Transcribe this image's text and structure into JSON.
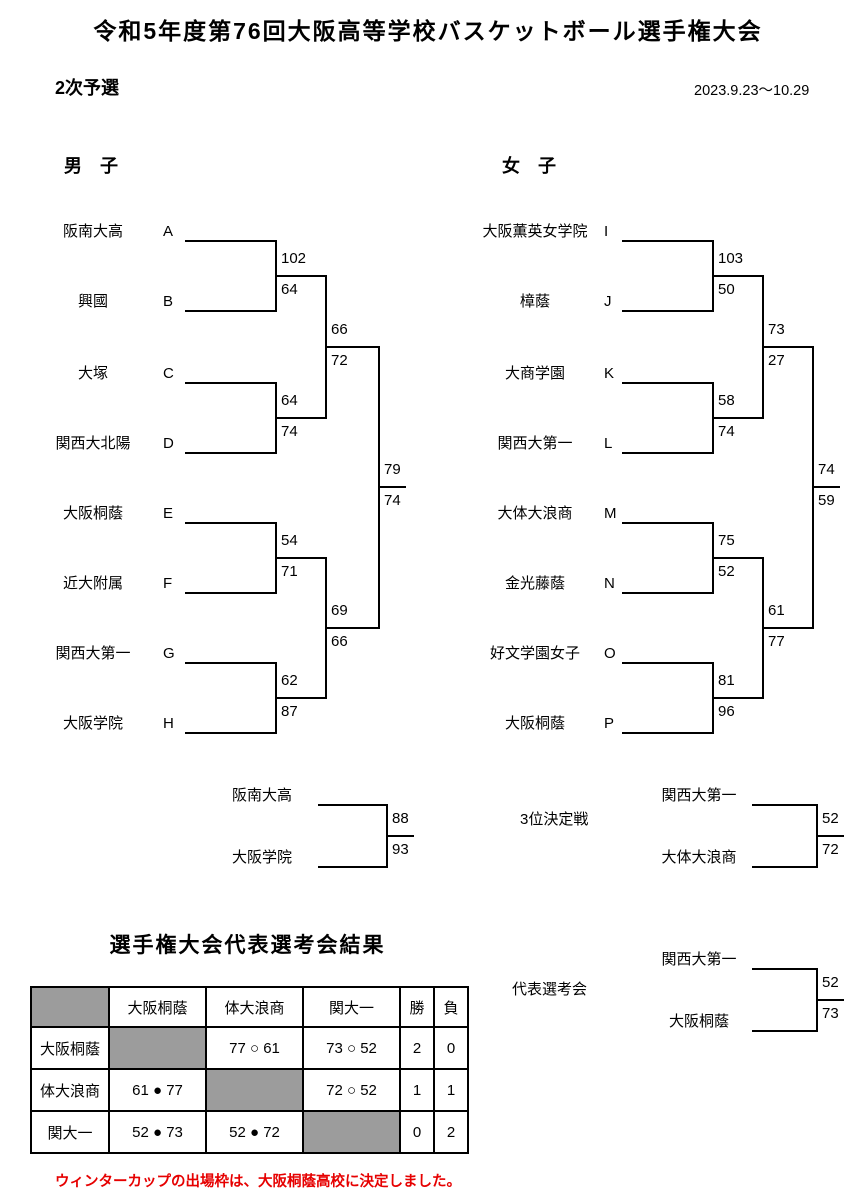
{
  "header": {
    "title": "令和5年度第76回大阪高等学校バスケットボール選手権大会",
    "stage": "2次予選",
    "dates": "2023.9.23～10.29"
  },
  "men": {
    "label": "男　子",
    "teams": [
      {
        "name": "阪南大高",
        "seed": "A"
      },
      {
        "name": "興國",
        "seed": "B"
      },
      {
        "name": "大塚",
        "seed": "C"
      },
      {
        "name": "関西大北陽",
        "seed": "D"
      },
      {
        "name": "大阪桐蔭",
        "seed": "E"
      },
      {
        "name": "近大附属",
        "seed": "F"
      },
      {
        "name": "関西大第一",
        "seed": "G"
      },
      {
        "name": "大阪学院",
        "seed": "H"
      }
    ],
    "round1": [
      [
        "102",
        "64"
      ],
      [
        "64",
        "74"
      ],
      [
        "54",
        "71"
      ],
      [
        "62",
        "87"
      ]
    ],
    "semis": [
      [
        "66",
        "72"
      ],
      [
        "69",
        "66"
      ]
    ],
    "final": [
      "79",
      "74"
    ]
  },
  "women": {
    "label": "女　子",
    "teams": [
      {
        "name": "大阪薫英女学院",
        "seed": "I"
      },
      {
        "name": "樟蔭",
        "seed": "J"
      },
      {
        "name": "大商学園",
        "seed": "K"
      },
      {
        "name": "関西大第一",
        "seed": "L"
      },
      {
        "name": "大体大浪商",
        "seed": "M"
      },
      {
        "name": "金光藤蔭",
        "seed": "N"
      },
      {
        "name": "好文学園女子",
        "seed": "O"
      },
      {
        "name": "大阪桐蔭",
        "seed": "P"
      }
    ],
    "round1": [
      [
        "103",
        "50"
      ],
      [
        "58",
        "74"
      ],
      [
        "75",
        "52"
      ],
      [
        "81",
        "96"
      ]
    ],
    "semis": [
      [
        "73",
        "27"
      ],
      [
        "61",
        "77"
      ]
    ],
    "final": [
      "74",
      "59"
    ]
  },
  "men_extra": {
    "teams": [
      "阪南大高",
      "大阪学院"
    ],
    "scores": [
      "88",
      "93"
    ]
  },
  "women_third": {
    "label": "3位決定戦",
    "teams": [
      "関西大第一",
      "大体大浪商"
    ],
    "scores": [
      "52",
      "72"
    ]
  },
  "playoff": {
    "label": "代表選考会",
    "teams": [
      "関西大第一",
      "大阪桐蔭"
    ],
    "scores": [
      "52",
      "73"
    ]
  },
  "selection": {
    "title": "選手権大会代表選考会結果",
    "col_headers": [
      "大阪桐蔭",
      "体大浪商",
      "関大一",
      "勝",
      "負"
    ],
    "rows": [
      {
        "name": "大阪桐蔭",
        "cells": [
          "",
          "77 ○ 61",
          "73 ○ 52"
        ],
        "w": "2",
        "l": "0"
      },
      {
        "name": "体大浪商",
        "cells": [
          "61 ● 77",
          "",
          "72 ○ 52"
        ],
        "w": "1",
        "l": "1"
      },
      {
        "name": "関大一",
        "cells": [
          "52 ● 73",
          "52 ● 72",
          ""
        ],
        "w": "0",
        "l": "2"
      }
    ]
  },
  "footer_note": "ウィンターカップの出場枠は、大阪桐蔭高校に決定しました。"
}
